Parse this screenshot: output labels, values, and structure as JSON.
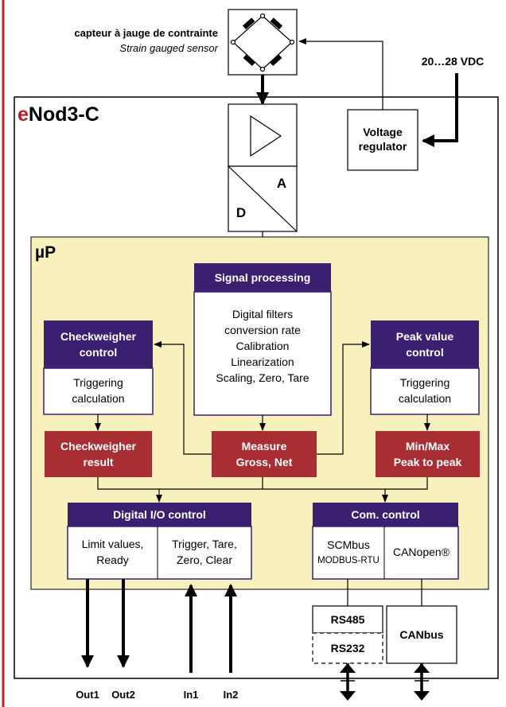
{
  "sensor": {
    "label_fr": "capteur à jauge de contrainte",
    "label_en": "Strain gauged sensor"
  },
  "supply": {
    "label": "20…28 VDC"
  },
  "device": {
    "brand_prefix": "e",
    "name": "Nod3-C"
  },
  "regulator": {
    "line1": "Voltage",
    "line2": "regulator"
  },
  "adc": {
    "a_label": "A",
    "d_label": "D"
  },
  "cpu": {
    "label": "µP"
  },
  "signal_processing": {
    "title": "Signal processing",
    "lines": [
      "Digital filters",
      "conversion rate",
      "Calibration",
      "Linearization",
      "Scaling, Zero, Tare"
    ]
  },
  "checkweigher_control": {
    "title": [
      "Checkweigher",
      "control"
    ],
    "lines": [
      "Triggering",
      "calculation"
    ]
  },
  "peak_value_control": {
    "title": [
      "Peak value",
      "control"
    ],
    "lines": [
      "Triggering",
      "calculation"
    ]
  },
  "checkweigher_result": {
    "lines": [
      "Checkweigher",
      "result"
    ]
  },
  "measure": {
    "lines": [
      "Measure",
      "Gross, Net"
    ]
  },
  "minmax": {
    "lines": [
      "Min/Max",
      "Peak to peak"
    ]
  },
  "digital_io": {
    "title": "Digital I/O control",
    "left": [
      "Limit values,",
      "Ready"
    ],
    "right": [
      "Trigger, Tare,",
      "Zero, Clear"
    ]
  },
  "com_control": {
    "title": "Com. control",
    "left_line1": "SCMbus",
    "left_line2": "MODBUS-RTU",
    "right": "CANopen®"
  },
  "ports": {
    "rs485": "RS485",
    "rs232": "RS232",
    "canbus": "CANbus"
  },
  "io_labels": {
    "out1": "Out1",
    "out2": "Out2",
    "in1": "In1",
    "in2": "In2"
  },
  "colors": {
    "border_red": "#b22a2a",
    "cpu_fill": "#f9f1bd",
    "header_purple": "#3b2072",
    "result_red": "#a92e34",
    "brand_red": "#b81c22"
  }
}
